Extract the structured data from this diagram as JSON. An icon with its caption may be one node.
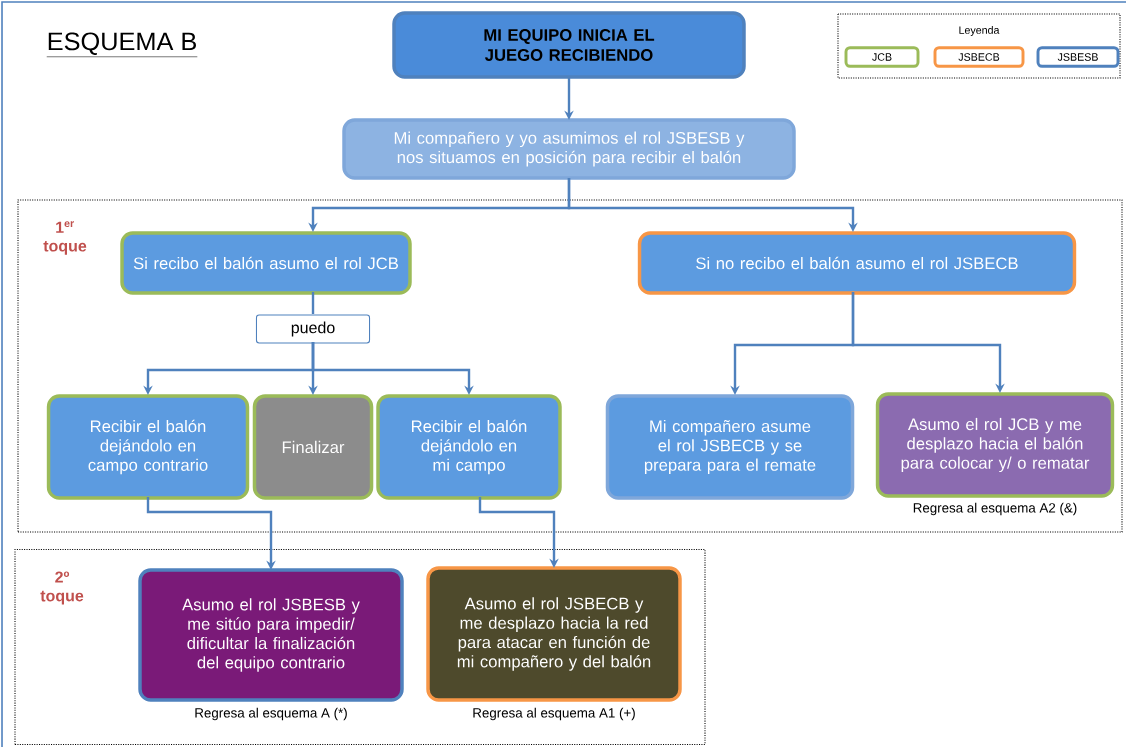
{
  "diagram": {
    "title": "ESQUEMA B",
    "nodes": [
      {
        "text": [
          "MI EQUIPO INICIA EL JUEGO RECIBIENDO"
        ]
      },
      {
        "text": [
          "Mi compañero y yo asumimos el rol JSBESB y nos situamos en posición para recibir el balón"
        ]
      },
      {
        "text": [
          "1$^{er}$ toque"
        ]
      },
      {
        "text": [
          "Si recibo el balón asumo el rol JCB"
        ],
        "in": 2
      },
      {
        "text": [
          "Si no recibo el balón asumo el rol JSBECB"
        ],
        "in": 2
      },
      {
        "text": [
          "puedo"
        ],
        "in": 2
      },
      {
        "text": [
          "Recibir el balón dejándolo en campo contrario"
        ],
        "in": 2
      },
      {
        "text": [
          "Finalizar"
        ],
        "in": 2
      },
      {
        "text": [
          "Recibir el balón dejándolo en mi campo"
        ],
        "in": 2
      },
      {
        "text": [
          "Mi compañero asume el rol JSBECB y se prepara para el remate"
        ],
        "in": 2
      },
      {
        "text": [
          "Asumo el rol JCB y me desplazo hacia el balón para colocar y/ o rematar"
        ],
        "beside": [
          "Regresa al esquema A2 (&)"
        ],
        "in": 2
      },
      {
        "text": [
          "2º toque"
        ]
      },
      {
        "text": [
          "Asumo el rol JSBESB y me sitúo para impedir/ dificultar la finalización del equipo contrario"
        ],
        "beside": [
          "Regresa al esquema A (*)"
        ],
        "in": 11
      },
      {
        "text": [
          "Asumo el rol JSBECB y me desplazo hacia la red para atacar en función de mi compañero y del balón"
        ],
        "beside": [
          "Regresa al esquema A1 (+)"
        ],
        "in": 11
      }
    ],
    "edges": [
      {
        "from": 0,
        "to": 1,
        "arrow": "to"
      },
      {
        "from": 1,
        "to": 3,
        "arrow": "to"
      },
      {
        "from": 1,
        "to": 4,
        "arrow": "to"
      },
      {
        "from": 3,
        "to": 5,
        "arrow": "none"
      },
      {
        "from": 5,
        "to": 6,
        "arrow": "to"
      },
      {
        "from": 5,
        "to": 7,
        "arrow": "to"
      },
      {
        "from": 5,
        "to": 8,
        "arrow": "to"
      },
      {
        "from": 4,
        "to": 9,
        "arrow": "to"
      },
      {
        "from": 4,
        "to": 10,
        "arrow": "to"
      },
      {
        "from": 6,
        "to": 12,
        "arrow": "to"
      },
      {
        "from": 8,
        "to": 13,
        "arrow": "to"
      }
    ],
    "labels": [
      "Leyenda"
    ],
    "legend": [
      {
        "text": "JCB",
        "color": "#9bbb59"
      },
      {
        "text": "JSBECB",
        "color": "#f79646"
      },
      {
        "text": "JSBESB",
        "color": "#4f81bd"
      }
    ]
  }
}
